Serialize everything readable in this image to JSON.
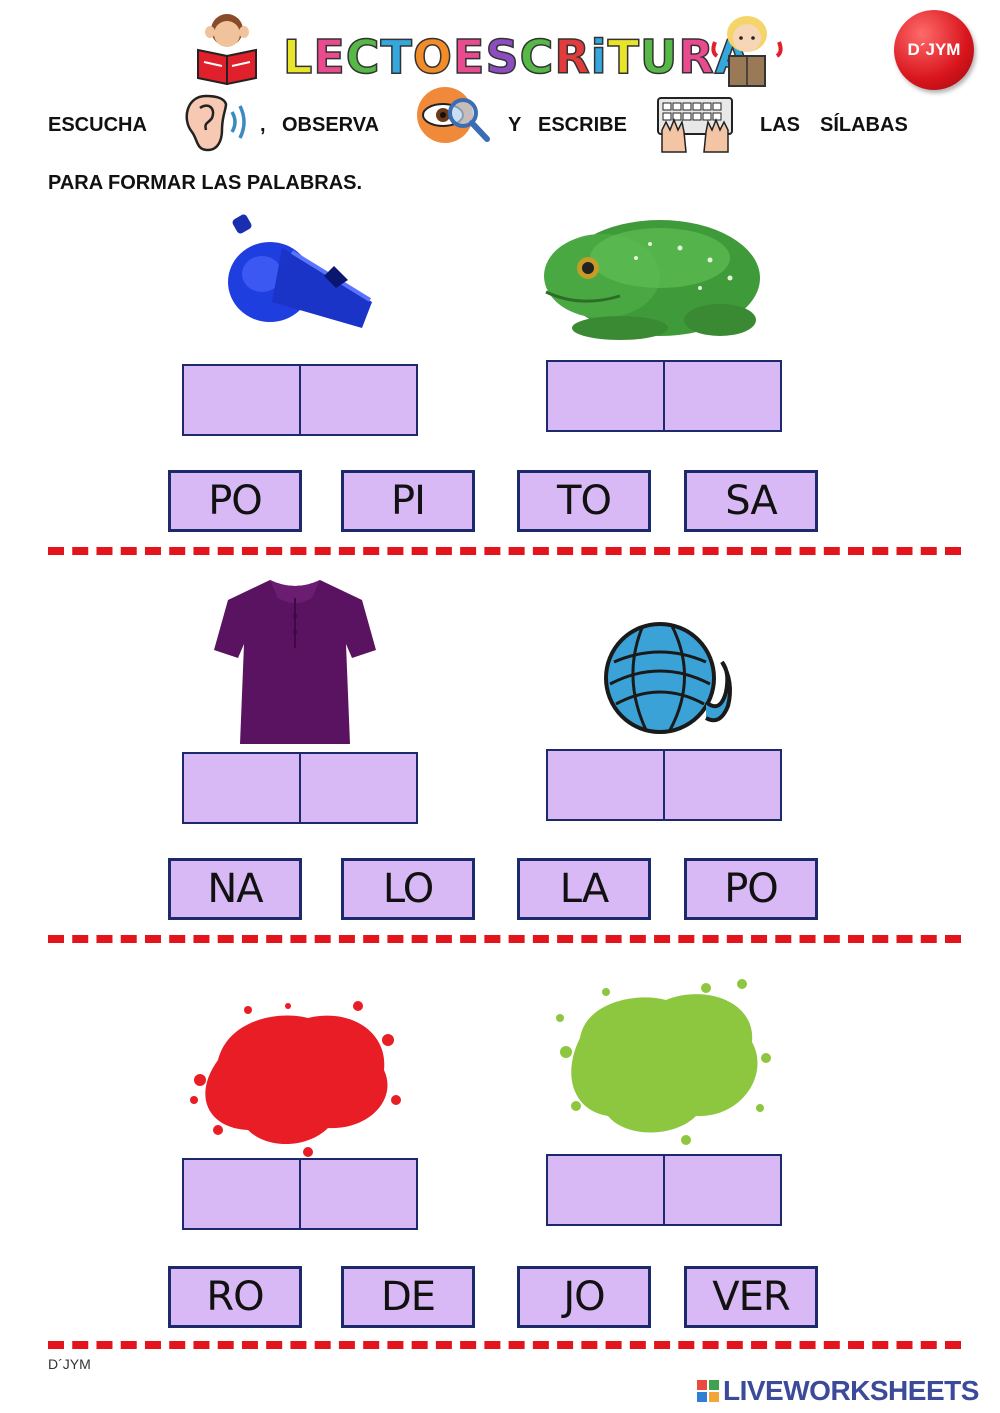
{
  "title": {
    "letters": [
      {
        "ch": "L",
        "color": "#e8e42a"
      },
      {
        "ch": "E",
        "color": "#e94b8e"
      },
      {
        "ch": "C",
        "color": "#56b847"
      },
      {
        "ch": "T",
        "color": "#34a8dd"
      },
      {
        "ch": "O",
        "color": "#f28c28"
      },
      {
        "ch": "E",
        "color": "#e94b8e"
      },
      {
        "ch": "S",
        "color": "#8c4dbf"
      },
      {
        "ch": "C",
        "color": "#56b847"
      },
      {
        "ch": "R",
        "color": "#e23b3b"
      },
      {
        "ch": "i",
        "color": "#34a8dd"
      },
      {
        "ch": "T",
        "color": "#e8e42a"
      },
      {
        "ch": "U",
        "color": "#56b847"
      },
      {
        "ch": "R",
        "color": "#e94b8e"
      },
      {
        "ch": "A",
        "color": "#34a8dd"
      }
    ]
  },
  "badge": "D´JYM",
  "instructions": {
    "w1": "ESCUCHA",
    "comma": ",",
    "w2": "OBSERVA",
    "w3": "Y",
    "w4": "ESCRIBE",
    "w5": "LAS",
    "w6": "SÍLABAS",
    "line2": "PARA FORMAR LAS PALABRAS."
  },
  "icons": {
    "ear": "ear-icon",
    "observe": "eye-magnifier-icon",
    "type": "keyboard-hands-icon",
    "whistle": "whistle-icon",
    "frog": "frog-icon",
    "shirt": "shirt-icon",
    "yarn": "yarn-ball-icon",
    "red_splash": "red-paint-splash-icon",
    "green_splash": "green-paint-splash-icon"
  },
  "rows": [
    {
      "syllables": [
        "PO",
        "PI",
        "TO",
        "SA"
      ]
    },
    {
      "syllables": [
        "NA",
        "LO",
        "LA",
        "PO"
      ]
    },
    {
      "syllables": [
        "RO",
        "DE",
        "JO",
        "VER"
      ]
    }
  ],
  "colors": {
    "box_fill": "#d9b8f6",
    "box_border": "#1c2a6b",
    "divider": "#e3141b"
  },
  "footer": {
    "author": "D´JYM",
    "brand": "LIVEWORKSHEETS"
  }
}
